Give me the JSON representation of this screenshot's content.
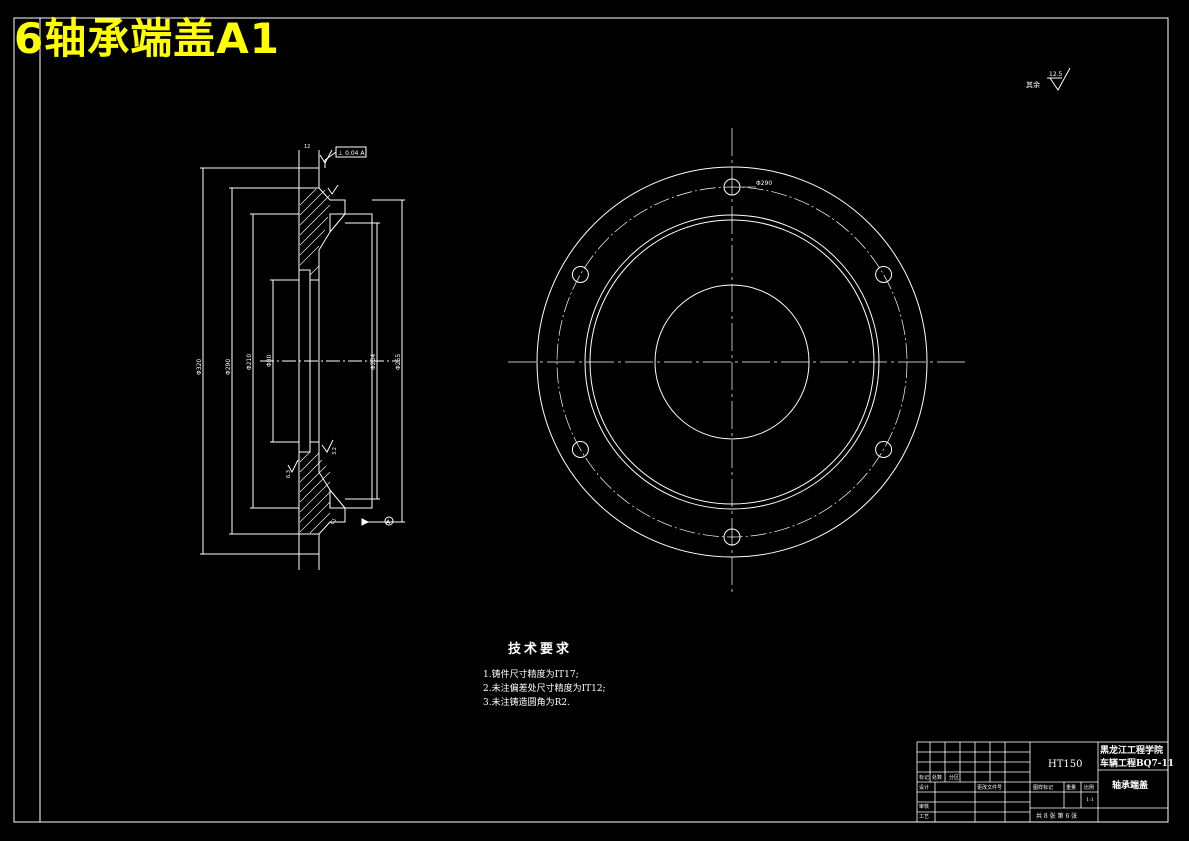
{
  "header": {
    "title": "6轴承端盖A1"
  },
  "roughness": {
    "label": "其余",
    "value": "12.5"
  },
  "tech_requirements": {
    "title": "技术要求",
    "items": [
      "1.铸件尺寸精度为IT17;",
      "2.未注偏差处尺寸精度为IT12;",
      "3.未注铸造圆角为R2."
    ]
  },
  "section_view": {
    "dims_left": [
      "Φ320",
      "Φ290",
      "Φ210",
      "Φ80",
      "Φ234",
      "Φ255"
    ],
    "tol_frame": "⊥ 0.04 A",
    "datum": "A",
    "small_dims": [
      "12",
      "3.2",
      "6.3",
      "C1"
    ]
  },
  "plan_view": {
    "bolt_circle_label": "Φ290"
  },
  "title_block": {
    "material": "HT150",
    "school_line1": "黑龙江工程学院",
    "school_line2": "车辆工程BQ7-11",
    "part_name": "轴承端盖",
    "scale": "1:1",
    "sheet_info": "共 8 张  第 6 张",
    "stage_label": "图样标记",
    "weight_label": "重量",
    "scale_label": "比例",
    "rows": [
      "标记",
      "处数",
      "分区",
      "更改文件号",
      "设计",
      "审核",
      "工艺"
    ]
  }
}
